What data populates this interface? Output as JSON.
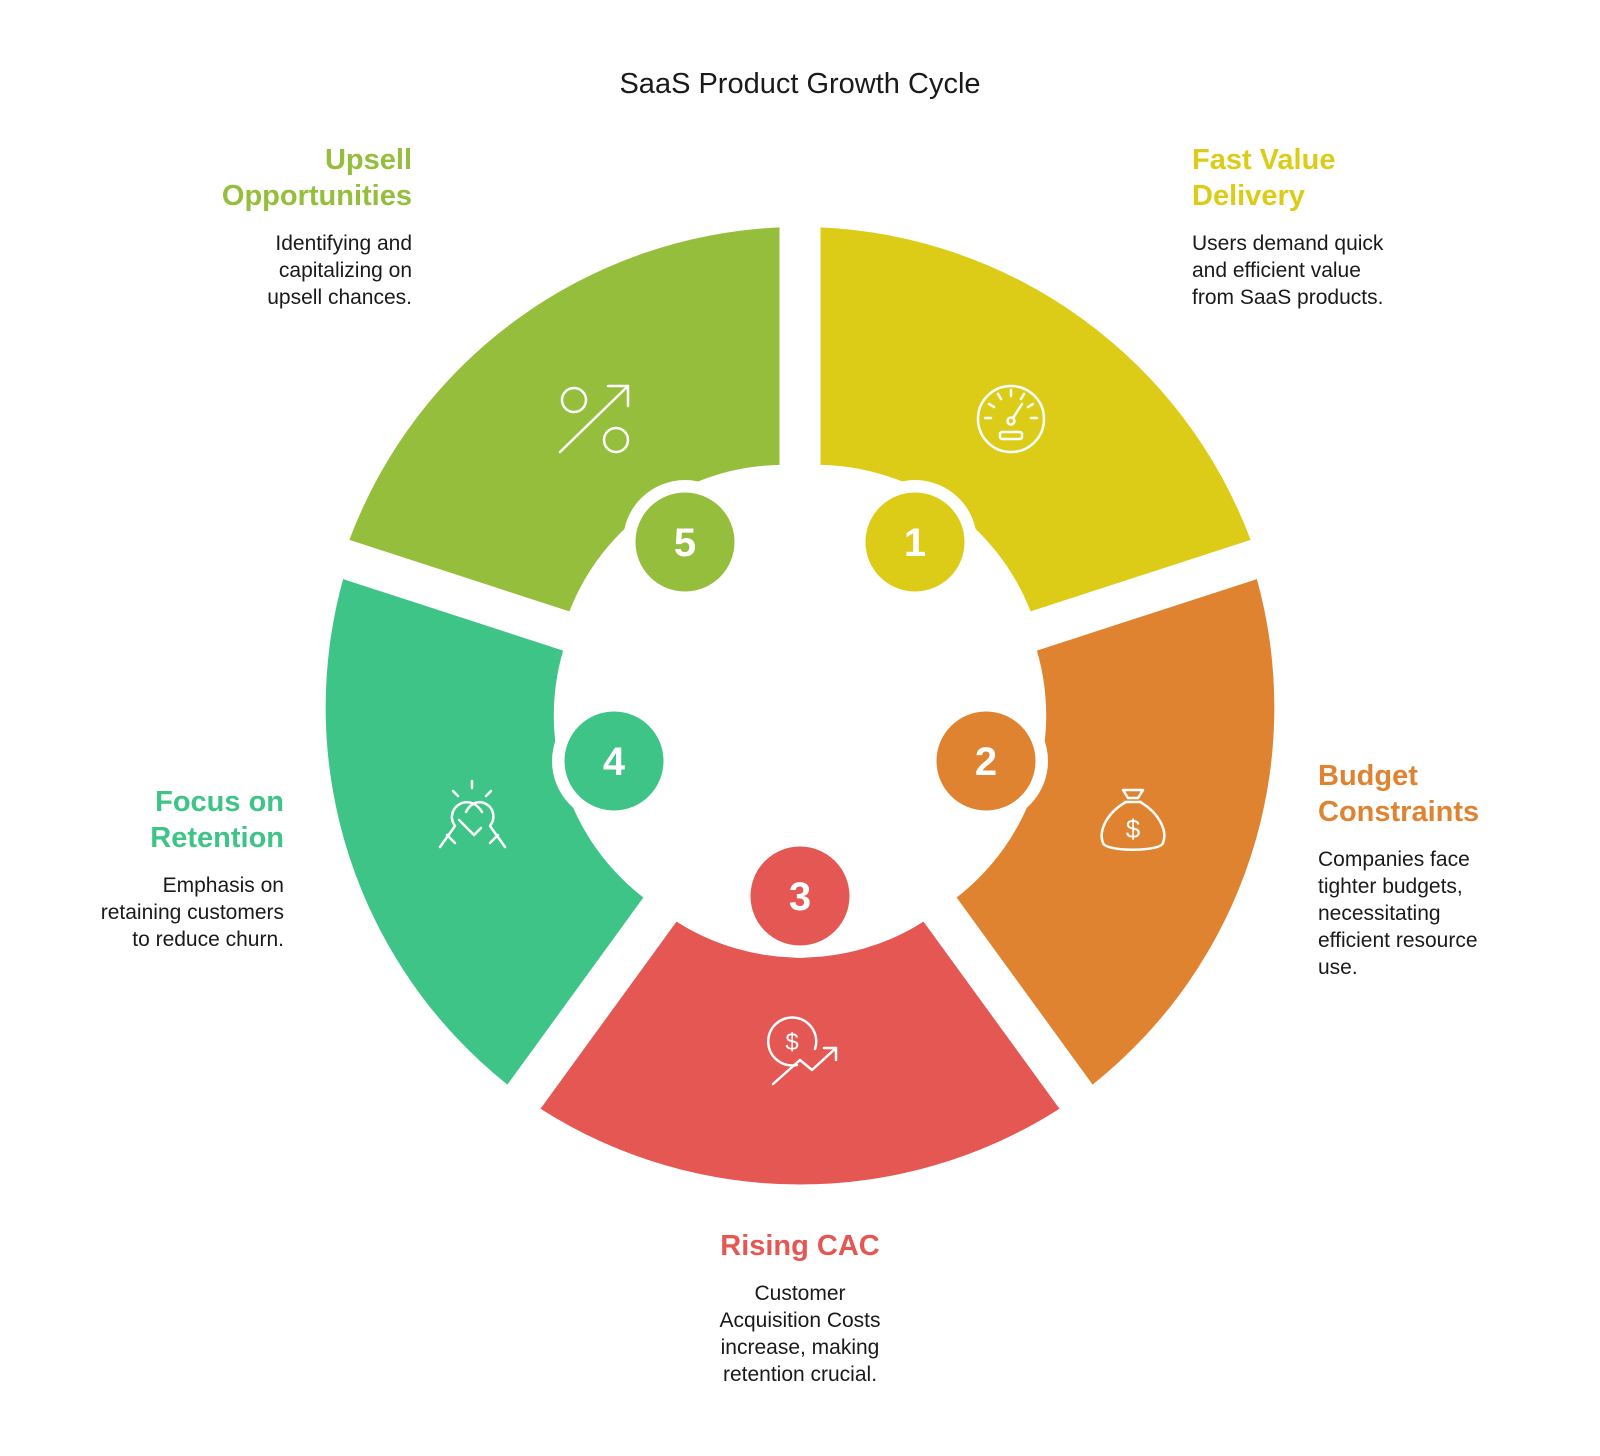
{
  "title": "SaaS Product Growth Cycle",
  "steps": [
    {
      "number": "1",
      "title_line1": "Fast Value",
      "title_line2": "Delivery",
      "desc_lines": [
        "Users demand quick",
        "and efficient value",
        "from SaaS products."
      ],
      "color": "#DCCC17",
      "icon": "speedometer-icon"
    },
    {
      "number": "2",
      "title_line1": "Budget",
      "title_line2": "Constraints",
      "desc_lines": [
        "Companies face",
        "tighter budgets,",
        "necessitating",
        "efficient resource",
        "use."
      ],
      "color": "#DF8330",
      "icon": "money-bag-icon"
    },
    {
      "number": "3",
      "title_line1": "Rising CAC",
      "title_line2": "",
      "desc_lines": [
        "Customer",
        "Acquisition Costs",
        "increase, making",
        "retention crucial."
      ],
      "color": "#E45753",
      "icon": "dollar-trend-up-icon"
    },
    {
      "number": "4",
      "title_line1": "Focus on",
      "title_line2": "Retention",
      "desc_lines": [
        "Emphasis on",
        "retaining customers",
        "to reduce churn."
      ],
      "color": "#3DC486",
      "icon": "handshake-icon"
    },
    {
      "number": "5",
      "title_line1": "Upsell",
      "title_line2": "Opportunities",
      "desc_lines": [
        "Identifying and",
        "capitalizing on",
        "upsell chances."
      ],
      "color": "#94BE3C",
      "icon": "percent-icon"
    }
  ]
}
